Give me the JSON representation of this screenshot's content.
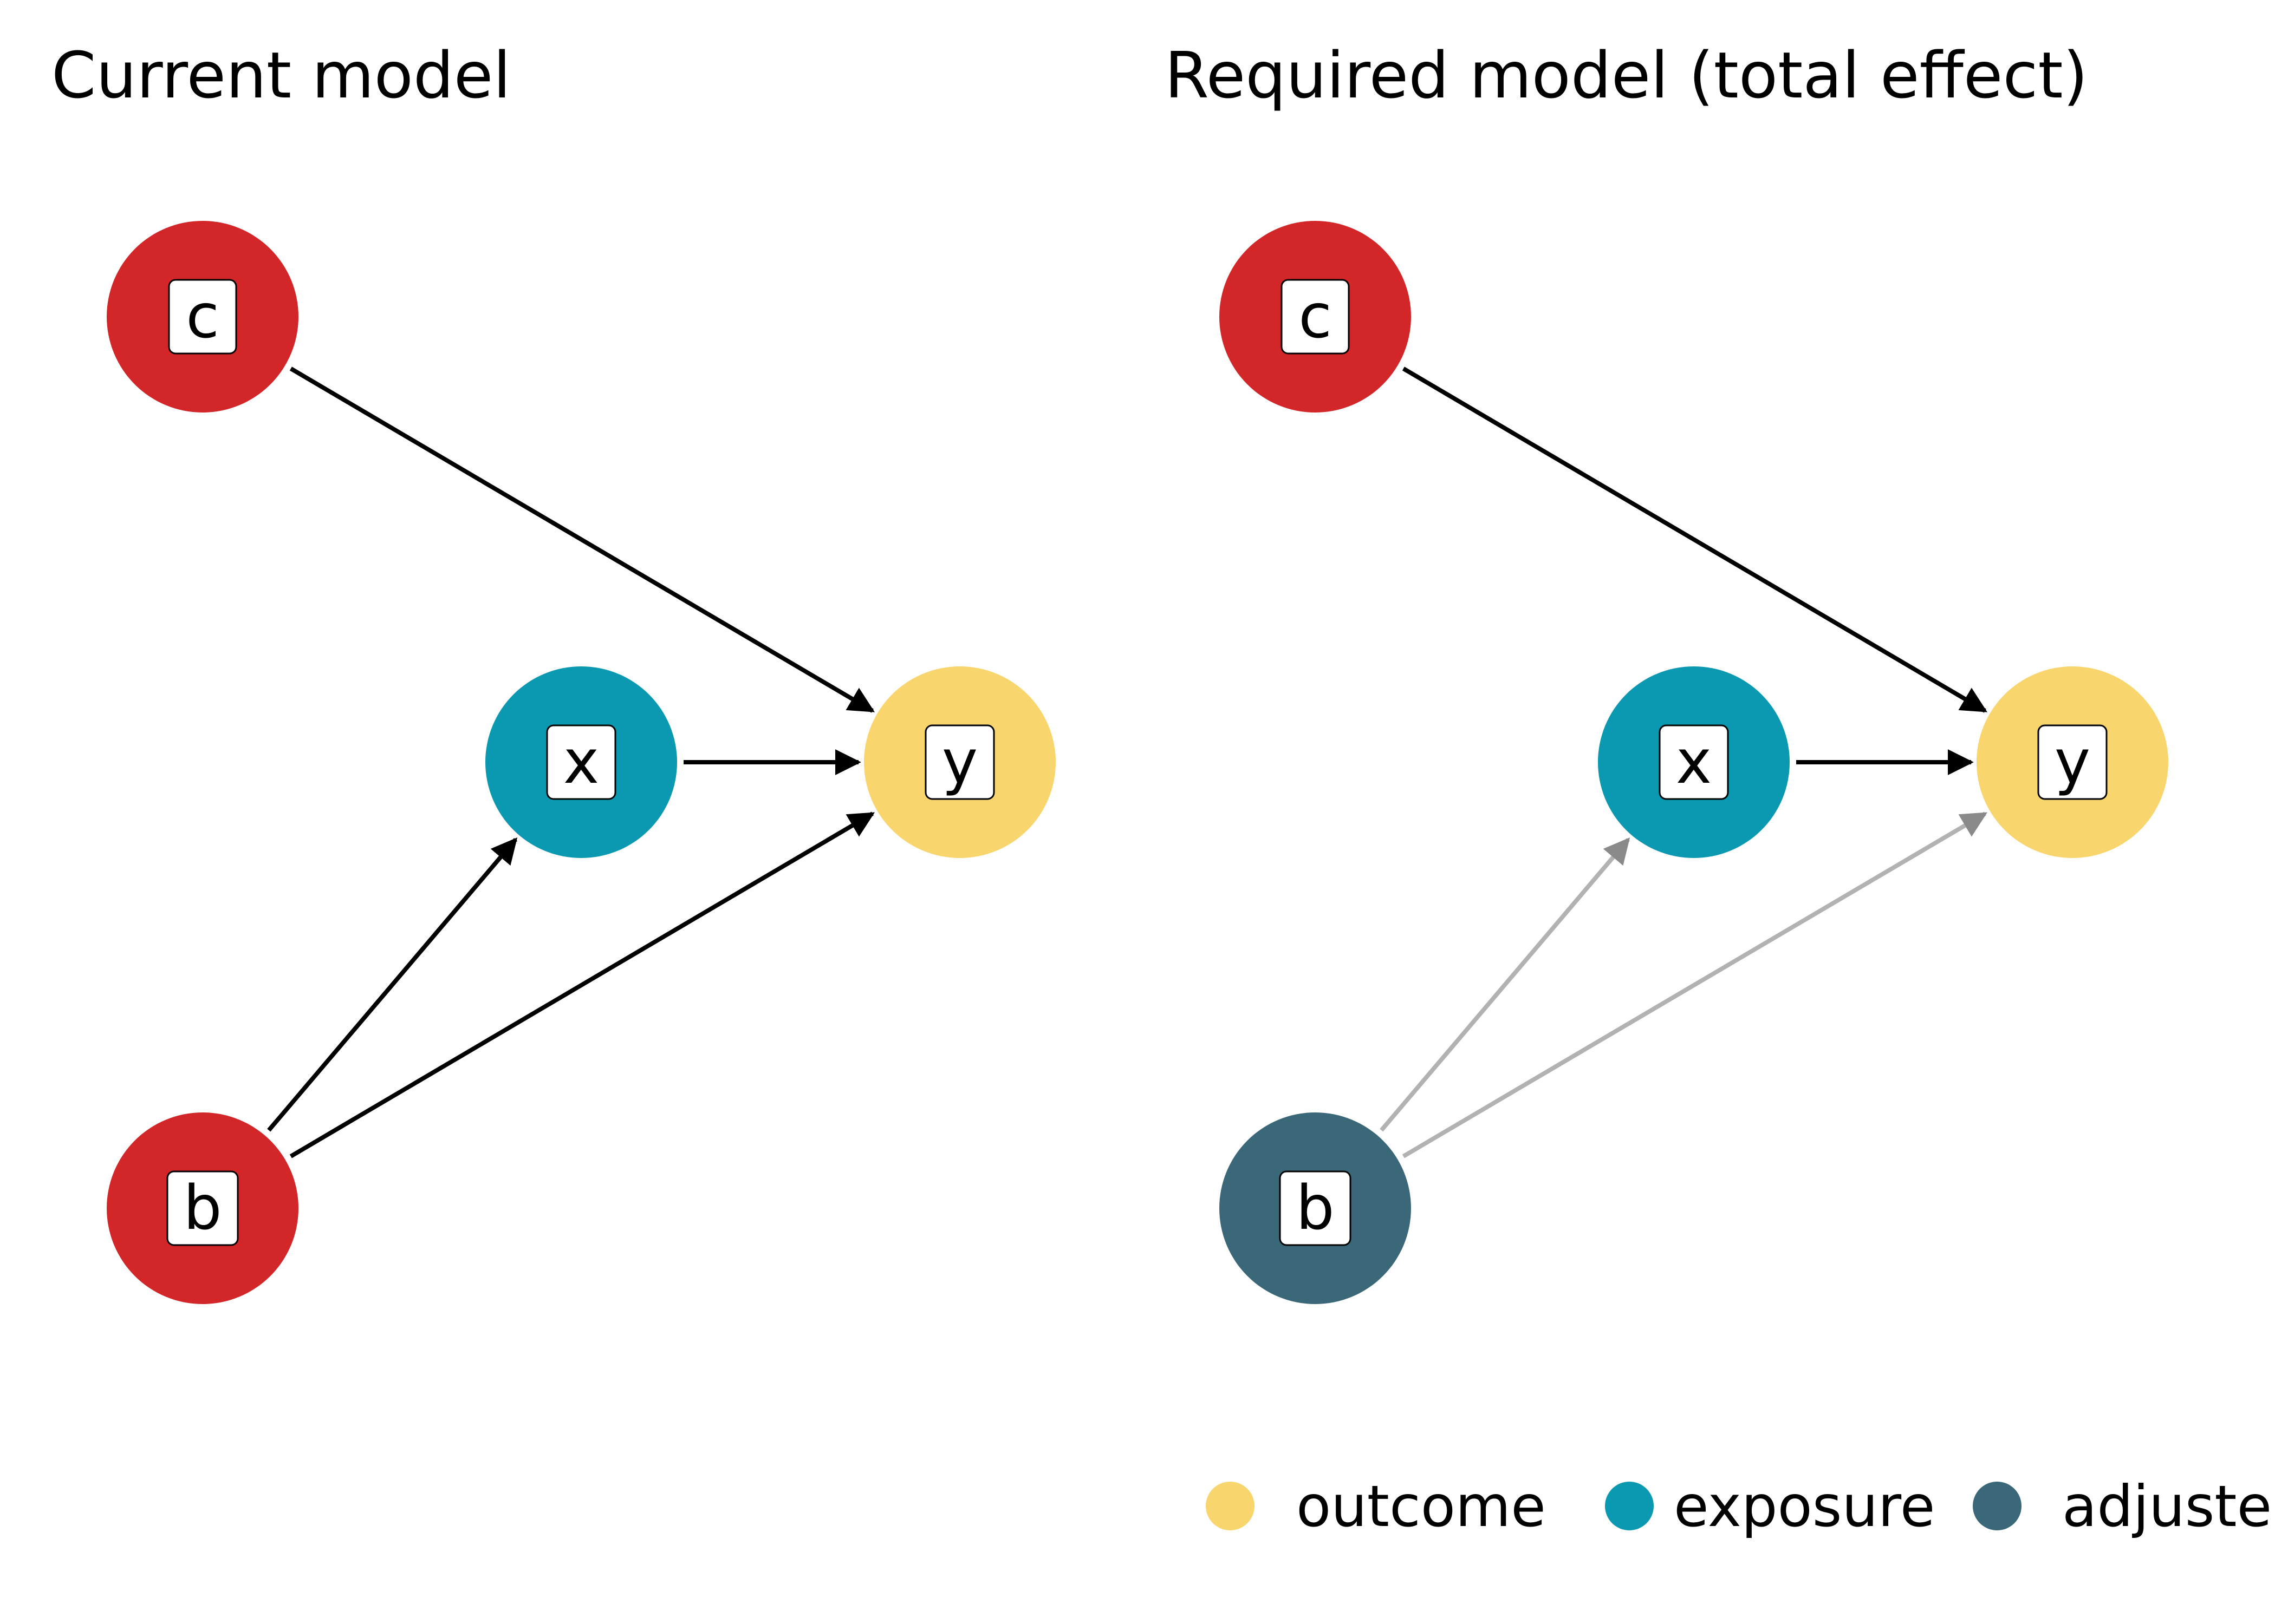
{
  "panels": [
    {
      "title": "Current model",
      "nodes": [
        {
          "id": "c",
          "label": "c",
          "role": "unadjusted"
        },
        {
          "id": "x",
          "label": "x",
          "role": "exposure"
        },
        {
          "id": "y",
          "label": "y",
          "role": "outcome"
        },
        {
          "id": "b",
          "label": "b",
          "role": "unadjusted"
        }
      ],
      "edges": [
        {
          "from": "c",
          "to": "y",
          "style": "solid"
        },
        {
          "from": "x",
          "to": "y",
          "style": "solid"
        },
        {
          "from": "b",
          "to": "x",
          "style": "solid"
        },
        {
          "from": "b",
          "to": "y",
          "style": "solid"
        }
      ]
    },
    {
      "title": "Required model (total effect)",
      "nodes": [
        {
          "id": "c",
          "label": "c",
          "role": "unadjusted"
        },
        {
          "id": "x",
          "label": "x",
          "role": "exposure"
        },
        {
          "id": "y",
          "label": "y",
          "role": "outcome"
        },
        {
          "id": "b",
          "label": "b",
          "role": "adjusted"
        }
      ],
      "edges": [
        {
          "from": "c",
          "to": "y",
          "style": "solid"
        },
        {
          "from": "x",
          "to": "y",
          "style": "solid"
        },
        {
          "from": "b",
          "to": "x",
          "style": "faded"
        },
        {
          "from": "b",
          "to": "y",
          "style": "faded"
        }
      ]
    }
  ],
  "colors": {
    "outcome": "#f9d56e",
    "exposure": "#0b99b2",
    "adjusted": "#3b6878",
    "unadjusted": "#d22628",
    "edge_solid": "#000000",
    "edge_faded": "#b2b2b2"
  },
  "legend": [
    {
      "key": "outcome",
      "label": "outcome"
    },
    {
      "key": "exposure",
      "label": "exposure"
    },
    {
      "key": "adjusted",
      "label": "adjusted"
    }
  ]
}
